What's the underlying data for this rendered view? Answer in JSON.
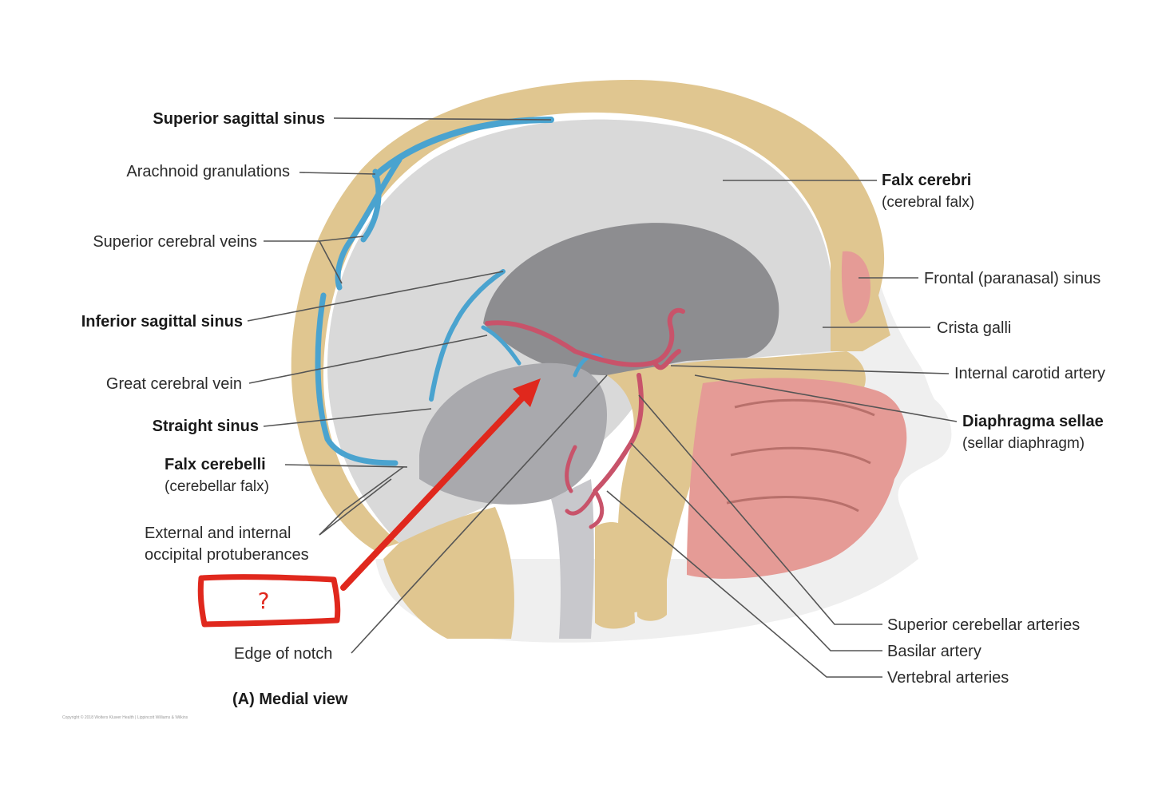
{
  "colors": {
    "bone": "#e0c690",
    "bone_dark": "#c9a866",
    "dura": "#d9d9d9",
    "dura_shadow": "#b9b9bd",
    "cavity": "#8d8d90",
    "cavity_light": "#a9a9ad",
    "vein": "#4aa3cf",
    "artery": "#c8536a",
    "mucosa": "#e59b96",
    "skin": "#efefef",
    "annotation": "#e0281d"
  },
  "labels": {
    "superior_sagittal_sinus": "Superior sagittal sinus",
    "arachnoid_granulations": "Arachnoid granulations",
    "superior_cerebral_veins": "Superior cerebral veins",
    "inferior_sagittal_sinus": "Inferior sagittal sinus",
    "great_cerebral_vein": "Great cerebral vein",
    "straight_sinus": "Straight sinus",
    "falx_cerebelli": "Falx cerebelli",
    "falx_cerebelli_sub": "(cerebellar falx)",
    "occipital_line1": "External and internal",
    "occipital_line2": "occipital protuberances",
    "edge_of_notch": "Edge of notch",
    "falx_cerebri": "Falx cerebri",
    "falx_cerebri_sub": "(cerebral falx)",
    "frontal_sinus": "Frontal (paranasal) sinus",
    "crista_galli": "Crista galli",
    "internal_carotid": "Internal carotid artery",
    "diaphragma_sellae": "Diaphragma sellae",
    "diaphragma_sellae_sub": "(sellar diaphragm)",
    "superior_cerebellar": "Superior cerebellar arteries",
    "basilar": "Basilar artery",
    "vertebral": "Vertebral arteries"
  },
  "caption": "(A) Medial view",
  "annotation": {
    "mark": "?"
  },
  "copyright": "Copyright © 2018 Wolters Kluwer Health | Lippincott Williams & Wilkins"
}
